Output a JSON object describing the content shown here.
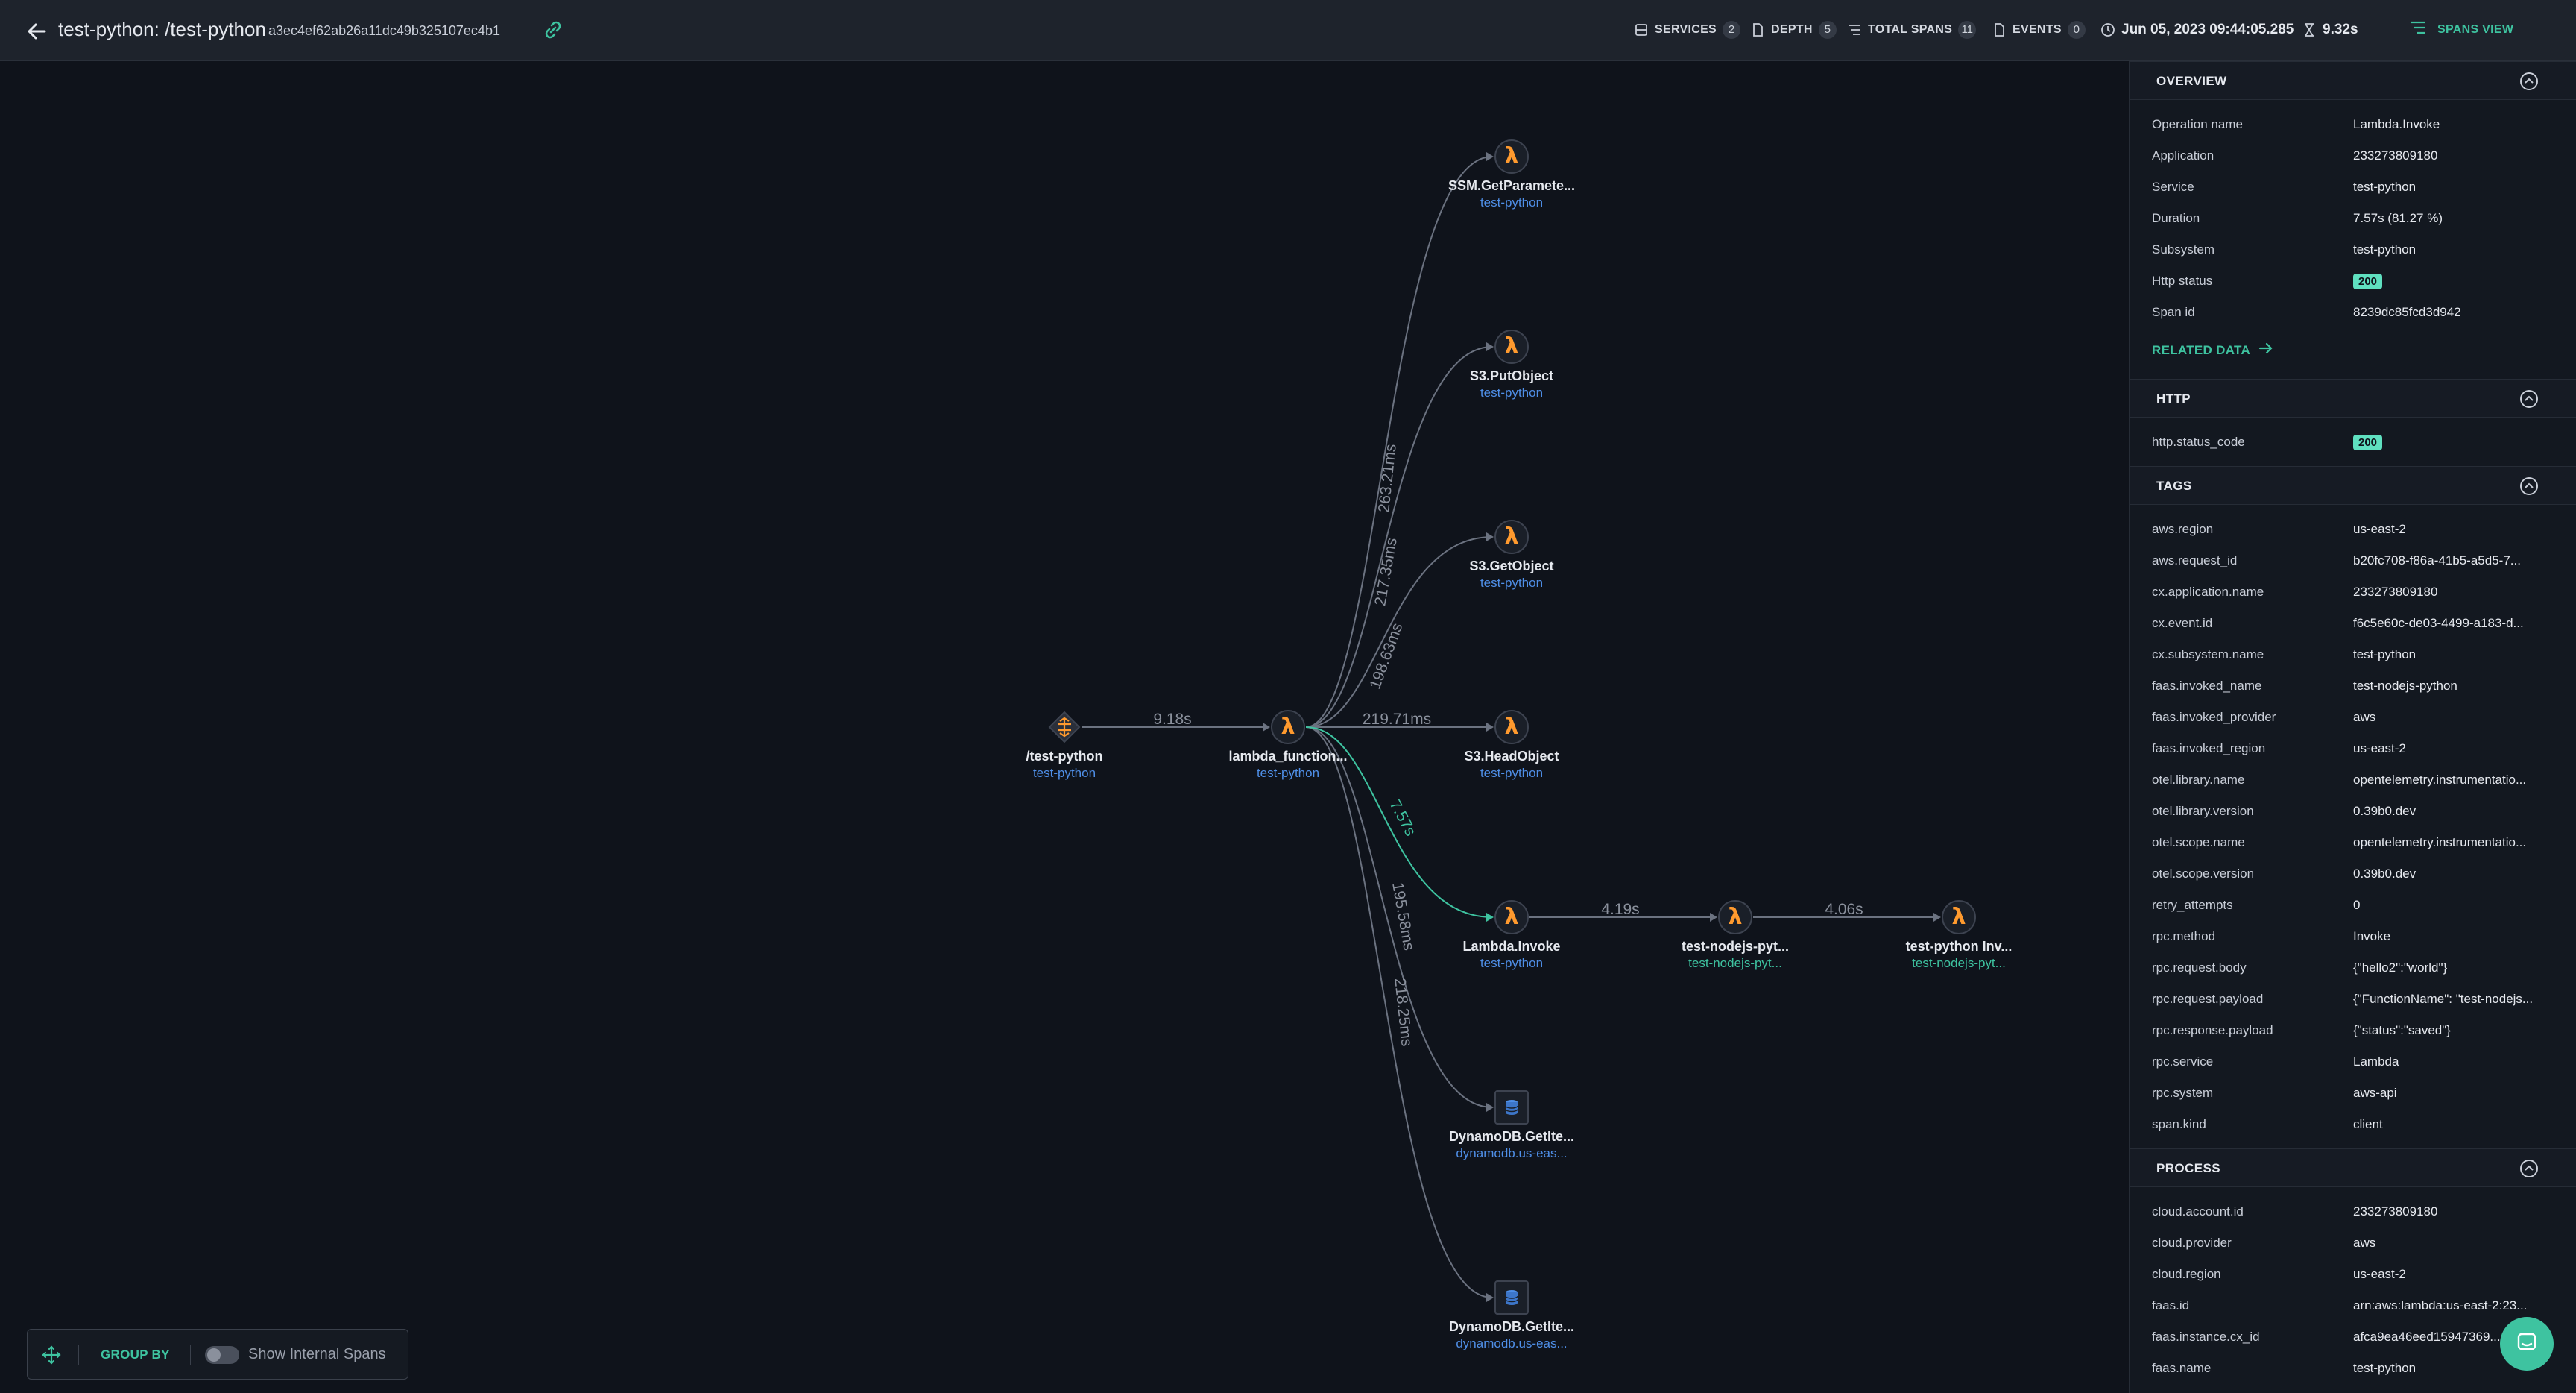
{
  "header": {
    "title": "test-python: /test-python",
    "trace_id": "a3ec4ef62ab26a11dc49b325107ec4b1",
    "stats": {
      "services_label": "SERVICES",
      "services_count": "2",
      "depth_label": "DEPTH",
      "depth_count": "5",
      "total_spans_label": "TOTAL SPANS",
      "total_spans_count": "11",
      "events_label": "EVENTS",
      "events_count": "0",
      "timestamp": "Jun 05, 2023 09:44:05.285",
      "duration": "9.32s"
    },
    "spans_view_label": "SPANS VIEW"
  },
  "graph": {
    "nodes": [
      {
        "name": "/test-python",
        "service": "test-python"
      },
      {
        "name": "lambda_function...",
        "service": "test-python"
      },
      {
        "name": "SSM.GetParamete...",
        "service": "test-python"
      },
      {
        "name": "S3.PutObject",
        "service": "test-python"
      },
      {
        "name": "S3.GetObject",
        "service": "test-python"
      },
      {
        "name": "S3.HeadObject",
        "service": "test-python"
      },
      {
        "name": "Lambda.Invoke",
        "service": "test-python"
      },
      {
        "name": "test-nodejs-pyt...",
        "service": "test-nodejs-pyt..."
      },
      {
        "name": "test-python Inv...",
        "service": "test-nodejs-pyt..."
      },
      {
        "name": "DynamoDB.GetIte...",
        "service": "dynamodb.us-eas..."
      },
      {
        "name": "DynamoDB.GetIte...",
        "service": "dynamodb.us-eas..."
      }
    ],
    "edges": [
      {
        "label": "9.18s"
      },
      {
        "label": "263.21ms"
      },
      {
        "label": "217.35ms"
      },
      {
        "label": "198.63ms"
      },
      {
        "label": "219.71ms"
      },
      {
        "label": "7.57s"
      },
      {
        "label": "4.19s"
      },
      {
        "label": "4.06s"
      },
      {
        "label": "195.58ms"
      },
      {
        "label": "218.25ms"
      }
    ],
    "colors": {
      "edge": "#6b7280",
      "edge_active": "#3ec3a0",
      "lambda": "#ff9a2e",
      "service_link": "#4f8fe8"
    }
  },
  "toolbar": {
    "group_by_label": "GROUP BY",
    "internal_spans_label": "Show Internal Spans"
  },
  "panel": {
    "overview": {
      "title": "OVERVIEW",
      "rows": [
        {
          "k": "Operation name",
          "v": "Lambda.Invoke"
        },
        {
          "k": "Application",
          "v": "233273809180"
        },
        {
          "k": "Service",
          "v": "test-python"
        },
        {
          "k": "Duration",
          "v": "7.57s (81.27 %)"
        },
        {
          "k": "Subsystem",
          "v": "test-python"
        },
        {
          "k": "Http status",
          "v": "200"
        },
        {
          "k": "Span id",
          "v": "8239dc85fcd3d942"
        }
      ],
      "related_label": "RELATED DATA"
    },
    "http": {
      "title": "HTTP",
      "rows": [
        {
          "k": "http.status_code",
          "v": "200"
        }
      ]
    },
    "tags": {
      "title": "TAGS",
      "rows": [
        {
          "k": "aws.region",
          "v": "us-east-2"
        },
        {
          "k": "aws.request_id",
          "v": "b20fc708-f86a-41b5-a5d5-7..."
        },
        {
          "k": "cx.application.name",
          "v": "233273809180"
        },
        {
          "k": "cx.event.id",
          "v": "f6c5e60c-de03-4499-a183-d..."
        },
        {
          "k": "cx.subsystem.name",
          "v": "test-python"
        },
        {
          "k": "faas.invoked_name",
          "v": "test-nodejs-python"
        },
        {
          "k": "faas.invoked_provider",
          "v": "aws"
        },
        {
          "k": "faas.invoked_region",
          "v": "us-east-2"
        },
        {
          "k": "otel.library.name",
          "v": "opentelemetry.instrumentatio..."
        },
        {
          "k": "otel.library.version",
          "v": "0.39b0.dev"
        },
        {
          "k": "otel.scope.name",
          "v": "opentelemetry.instrumentatio..."
        },
        {
          "k": "otel.scope.version",
          "v": "0.39b0.dev"
        },
        {
          "k": "retry_attempts",
          "v": "0"
        },
        {
          "k": "rpc.method",
          "v": "Invoke"
        },
        {
          "k": "rpc.request.body",
          "v": "{\"hello2\":\"world\"}"
        },
        {
          "k": "rpc.request.payload",
          "v": "{\"FunctionName\": \"test-nodejs..."
        },
        {
          "k": "rpc.response.payload",
          "v": "{\"status\":\"saved\"}"
        },
        {
          "k": "rpc.service",
          "v": "Lambda"
        },
        {
          "k": "rpc.system",
          "v": "aws-api"
        },
        {
          "k": "span.kind",
          "v": "client"
        }
      ]
    },
    "process": {
      "title": "PROCESS",
      "rows": [
        {
          "k": "cloud.account.id",
          "v": "233273809180"
        },
        {
          "k": "cloud.provider",
          "v": "aws"
        },
        {
          "k": "cloud.region",
          "v": "us-east-2"
        },
        {
          "k": "faas.id",
          "v": "arn:aws:lambda:us-east-2:23..."
        },
        {
          "k": "faas.instance.cx_id",
          "v": "afca9ea46eed15947369..."
        },
        {
          "k": "faas.name",
          "v": "test-python"
        }
      ]
    }
  }
}
